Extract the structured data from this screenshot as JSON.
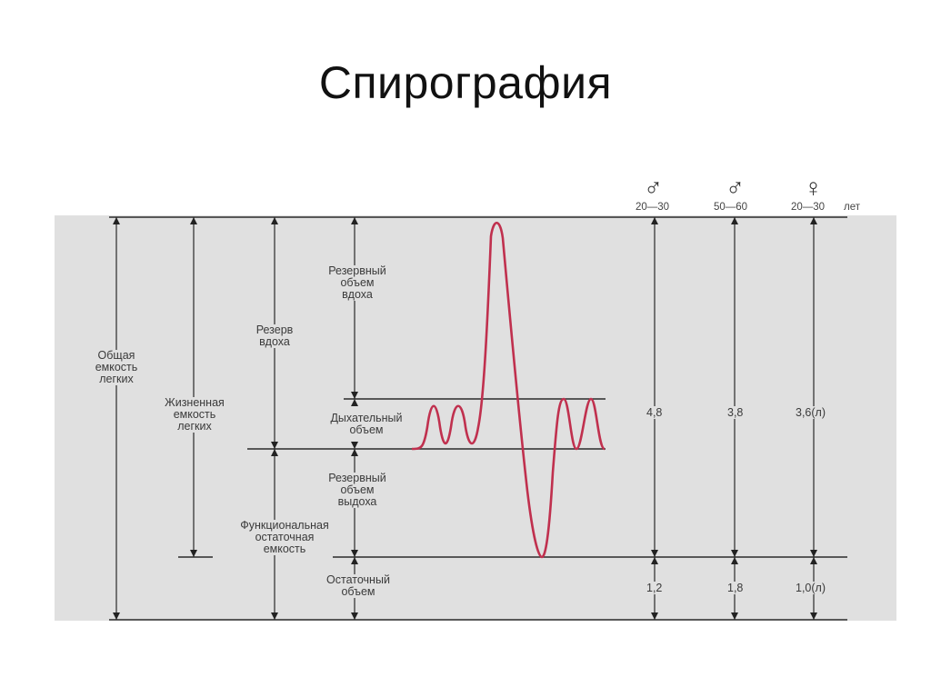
{
  "title": "Спирография",
  "header": {
    "groups": [
      {
        "symbol": "♂",
        "age": "20—30"
      },
      {
        "symbol": "♂",
        "age": "50—60"
      },
      {
        "symbol": "♀",
        "age": "20—30"
      }
    ],
    "unit": "лет"
  },
  "labels": {
    "total_capacity": [
      "Общая",
      "емкость",
      "легких"
    ],
    "vital_capacity": [
      "Жизненная",
      "емкость",
      "легких"
    ],
    "inspiratory_reserve": [
      "Резерв",
      "вдоха"
    ],
    "frc": [
      "Функциональная",
      "остаточная",
      "емкость"
    ],
    "irv": [
      "Резервный",
      "объем",
      "вдоха"
    ],
    "tidal": [
      "Дыхательный",
      "объем"
    ],
    "erv": [
      "Резервный",
      "объем",
      "выдоха"
    ],
    "residual": [
      "Остаточный",
      "объем"
    ]
  },
  "values": {
    "vital": [
      "4,8",
      "3,8",
      "3,6(л)"
    ],
    "residual": [
      "1,2",
      "1,8",
      "1,0(л)"
    ]
  },
  "colors": {
    "background": "#e0e0e0",
    "curve": "#c0304e",
    "lines": "#222222"
  }
}
